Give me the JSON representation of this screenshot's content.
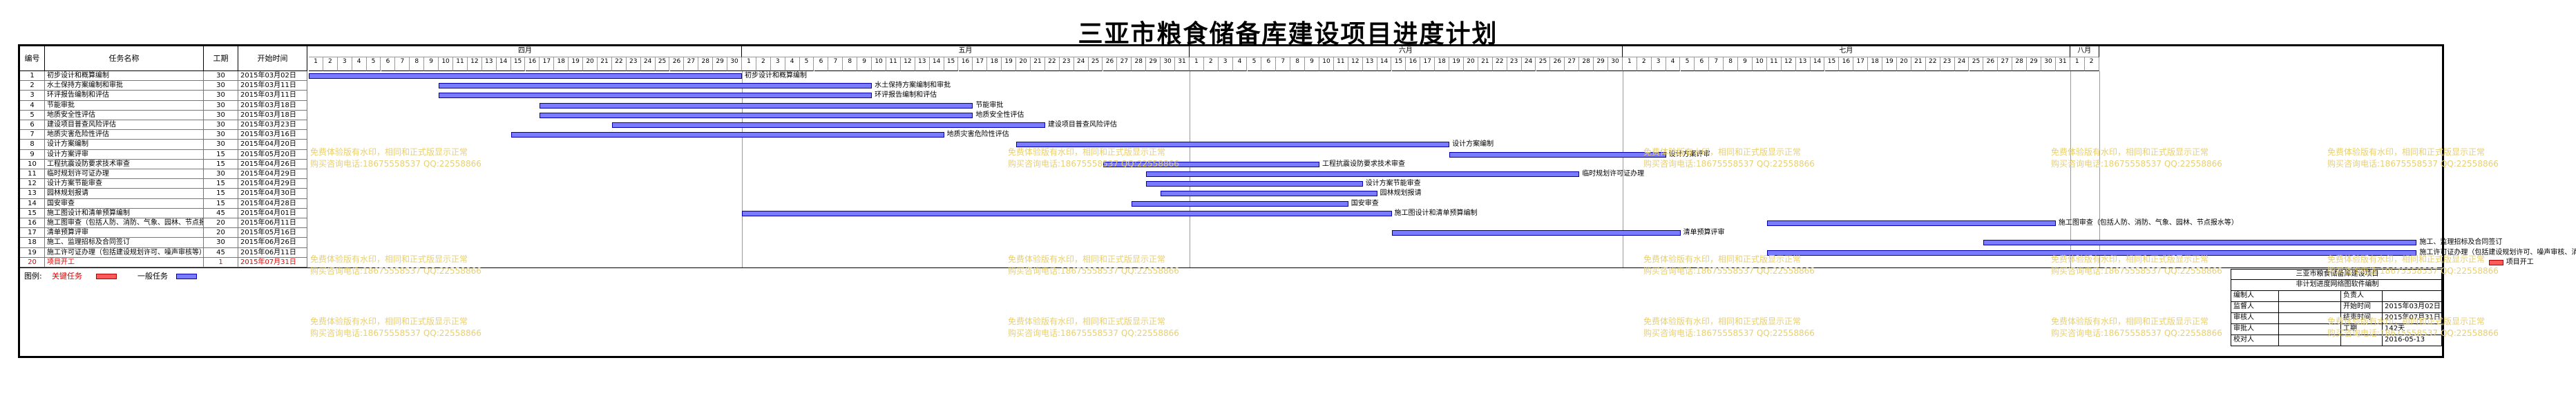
{
  "title": "三亚市粮食储备库建设项目进度计划",
  "headers": {
    "no": "编号",
    "name": "任务名称",
    "duration": "工期",
    "start": "开始时间"
  },
  "months": [
    {
      "label": "四月",
      "days": 30
    },
    {
      "label": "五月",
      "days": 31
    },
    {
      "label": "六月",
      "days": 30
    },
    {
      "label": "七月",
      "days": 31
    },
    {
      "label": "八月",
      "days": 2
    }
  ],
  "tasks": [
    {
      "no": "1",
      "name": "初步设计和概算编制",
      "duration": "30",
      "start": "2015年03月02日",
      "bar_label": "初步设计和概算编制",
      "s": 0,
      "d": 30
    },
    {
      "no": "2",
      "name": "水土保持方案编制和审批",
      "duration": "30",
      "start": "2015年03月11日",
      "bar_label": "水土保持方案编制和审批",
      "s": 9,
      "d": 30
    },
    {
      "no": "3",
      "name": "环评报告编制和评估",
      "duration": "30",
      "start": "2015年03月11日",
      "bar_label": "环评报告编制和评估",
      "s": 9,
      "d": 30
    },
    {
      "no": "4",
      "name": "节能审批",
      "duration": "30",
      "start": "2015年03月18日",
      "bar_label": "节能审批",
      "s": 16,
      "d": 30
    },
    {
      "no": "5",
      "name": "地质安全性评估",
      "duration": "30",
      "start": "2015年03月18日",
      "bar_label": "地质安全性评估",
      "s": 16,
      "d": 30
    },
    {
      "no": "6",
      "name": "建设项目普查风险评估",
      "duration": "30",
      "start": "2015年03月23日",
      "bar_label": "建设项目普查风险评估",
      "s": 21,
      "d": 30
    },
    {
      "no": "7",
      "name": "地质灾害危险性评估",
      "duration": "30",
      "start": "2015年03月16日",
      "bar_label": "地质灾害危险性评估",
      "s": 14,
      "d": 30
    },
    {
      "no": "8",
      "name": "设计方案编制",
      "duration": "30",
      "start": "2015年04月20日",
      "bar_label": "设计方案编制",
      "s": 49,
      "d": 30
    },
    {
      "no": "9",
      "name": "设计方案评审",
      "duration": "15",
      "start": "2015年05月20日",
      "bar_label": "设计方案评审",
      "s": 79,
      "d": 15
    },
    {
      "no": "10",
      "name": "工程抗震设防要求技术审查",
      "duration": "15",
      "start": "2015年04月26日",
      "bar_label": "工程抗震设防要求技术审查",
      "s": 55,
      "d": 15
    },
    {
      "no": "11",
      "name": "临时规划许可证办理",
      "duration": "30",
      "start": "2015年04月29日",
      "bar_label": "临时规划许可证办理",
      "s": 58,
      "d": 30
    },
    {
      "no": "12",
      "name": "设计方案节能审查",
      "duration": "15",
      "start": "2015年04月29日",
      "bar_label": "设计方案节能审查",
      "s": 58,
      "d": 15
    },
    {
      "no": "13",
      "name": "园林规划报请",
      "duration": "15",
      "start": "2015年04月30日",
      "bar_label": "园林规划报请",
      "s": 59,
      "d": 15
    },
    {
      "no": "14",
      "name": "国安审查",
      "duration": "15",
      "start": "2015年04月28日",
      "bar_label": "国安审查",
      "s": 57,
      "d": 15
    },
    {
      "no": "15",
      "name": "施工图设计和清单预算编制",
      "duration": "45",
      "start": "2015年04月01日",
      "bar_label": "施工图设计和清单预算编制",
      "s": 30,
      "d": 45
    },
    {
      "no": "16",
      "name": "施工图审查（包括人防、消防、气象、园林、节点报水等）",
      "duration": "20",
      "start": "2015年06月11日",
      "bar_label": "施工图审查（包括人防、消防、气象、园林、节点报水等）",
      "s": 101,
      "d": 20
    },
    {
      "no": "17",
      "name": "清单预算评审",
      "duration": "20",
      "start": "2015年05月16日",
      "bar_label": "清单预算评审",
      "s": 75,
      "d": 20
    },
    {
      "no": "18",
      "name": "施工、监理招标及合同签订",
      "duration": "30",
      "start": "2015年06月26日",
      "bar_label": "施工、监理招标及合同签订",
      "s": 116,
      "d": 30
    },
    {
      "no": "19",
      "name": "施工许可证办理（包括建设规划许可、噪声审核等）",
      "duration": "45",
      "start": "2015年06月11日",
      "bar_label": "施工许可证办理（包括建设规划许可、噪声审核、消防审核等）",
      "s": 101,
      "d": 45
    },
    {
      "no": "20",
      "name": "项目开工",
      "duration": "1",
      "start": "2015年07月31日",
      "bar_label": "项目开工",
      "s": 151,
      "d": 1,
      "red": true
    }
  ],
  "legend": {
    "label": "图例:",
    "critical": "关键任务",
    "normal": "一般任务"
  },
  "info": {
    "project": "三亚市粮食储备库建设项目",
    "software": "非计划进度网络图软件编制",
    "rows": [
      [
        "编制人",
        "负责人",
        ""
      ],
      [
        "监督人",
        "开始时间",
        "2015年03月02日"
      ],
      [
        "审核人",
        "结束时间",
        "2015年07月31日"
      ],
      [
        "审批人",
        "工期",
        "142天"
      ],
      [
        "校对人",
        "",
        "2016-05-13"
      ]
    ],
    "row_values": [
      "",
      "",
      "",
      "",
      ""
    ]
  },
  "watermark": {
    "line1": "免费体验版有水印，相同和正式版显示正常",
    "line2": "购买咨询电话:18675558537 QQ:22558866"
  }
}
